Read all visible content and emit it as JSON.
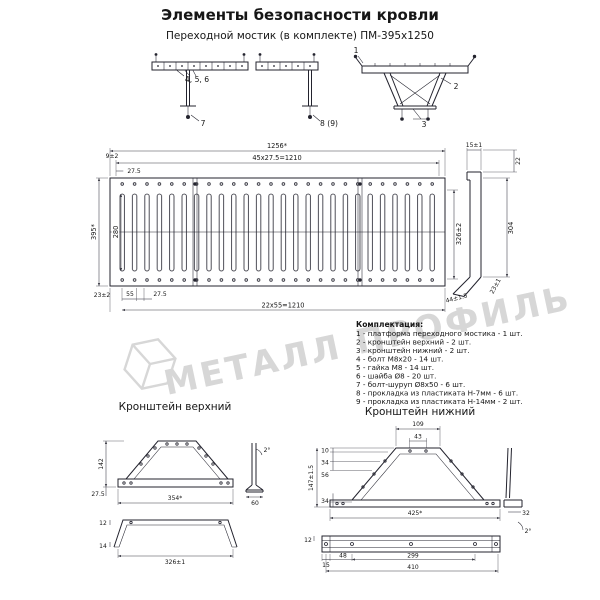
{
  "header": {
    "title": "Элементы безопасности кровли",
    "subtitle": "Переходной мостик (в комплекте) ПМ-395х1250"
  },
  "callouts": {
    "c456": "4, 5, 6",
    "c7": "7",
    "c89": "8 (9)",
    "c1": "1",
    "c2": "2",
    "c3": "3"
  },
  "plan": {
    "w_total": "1256*",
    "w_pattern": "45х27.5=1210",
    "edge": "9±2",
    "pitch_top": "27.5",
    "h_total": "395*",
    "h_inner": "280",
    "h_right": "326±2",
    "b_edge": "23±2",
    "b55": "55",
    "b_pitch": "27.5",
    "b_pattern": "22х55=1210"
  },
  "side": {
    "d15": "15±1",
    "d22": "22",
    "d304": "304",
    "d23": "23±1",
    "d44": "44±1.5"
  },
  "kit": {
    "heading": "Комплектация:",
    "items": [
      "1 - платформа переходного мостика - 1 шт.",
      "2 - кронштейн верхний - 2 шт.",
      "3 - кронштейн нижний - 2 шт.",
      "4 - болт М8х20 - 14 шт.",
      "5 - гайка М8 - 14 шт.",
      "6 - шайба Ø8 - 20 шт.",
      "7 - болт-шуруп Ø8х50 - 6 шт.",
      "8 - прокладка из пластиката Н-7мм - 6 шт.",
      "9 - прокладка из пластиката Н-14мм - 2 шт."
    ]
  },
  "upper": {
    "title": "Кронштейн верхний",
    "d142": "142",
    "d275": "27.5",
    "d354": "354*",
    "d12": "12",
    "d14": "14",
    "d326": "326±1",
    "d60": "60",
    "angle": "2°"
  },
  "lower": {
    "title": "Кронштейн нижний",
    "d109": "109",
    "d43": "43",
    "d10": "10",
    "d34a": "34",
    "d56": "56",
    "d147": "147±1.5",
    "d34b": "34",
    "d425": "425*",
    "d32": "32",
    "angle": "2°",
    "d12": "12",
    "d15": "15",
    "d48": "48",
    "d299": "299",
    "d410": "410"
  },
  "watermark": {
    "text": "МЕТАЛЛ ПРОФИЛЬ"
  },
  "colors": {
    "line": "#23232e",
    "text": "#161616",
    "watermark": "#d7d7d7"
  }
}
